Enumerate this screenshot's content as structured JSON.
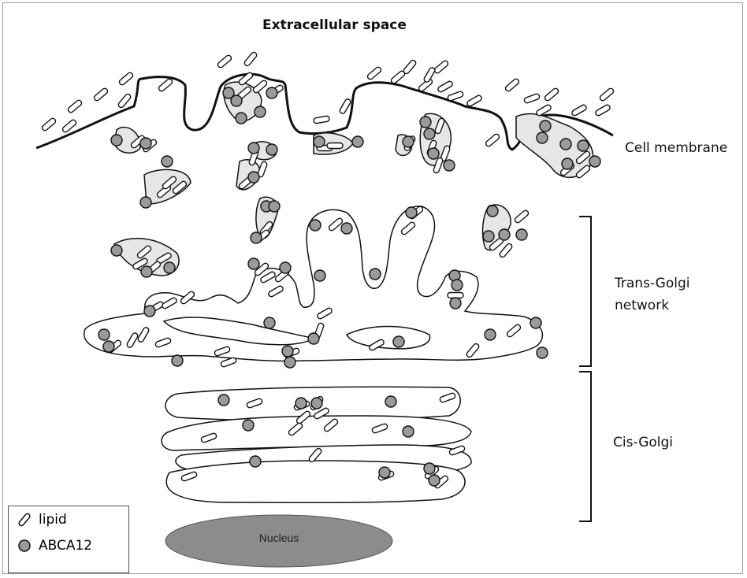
{
  "title": "Extracellular space",
  "labels": {
    "cell_membrane": "Cell membrane",
    "trans_golgi_line1": "Trans-Golgi",
    "trans_golgi_line2": "network",
    "cis_golgi": "Cis-Golgi",
    "nucleus": "Nucleus"
  },
  "legend": {
    "lipid": "lipid",
    "abca12": "ABCA12"
  },
  "colors": {
    "stroke": "#111111",
    "granule_fill": "#9a9a9a",
    "vesicle_fill": "#e6e6e6",
    "nucleus_fill": "#8c8c8c"
  },
  "icons": {
    "lipid": "lipid-rod-icon",
    "abca12": "abca12-dot-icon"
  }
}
